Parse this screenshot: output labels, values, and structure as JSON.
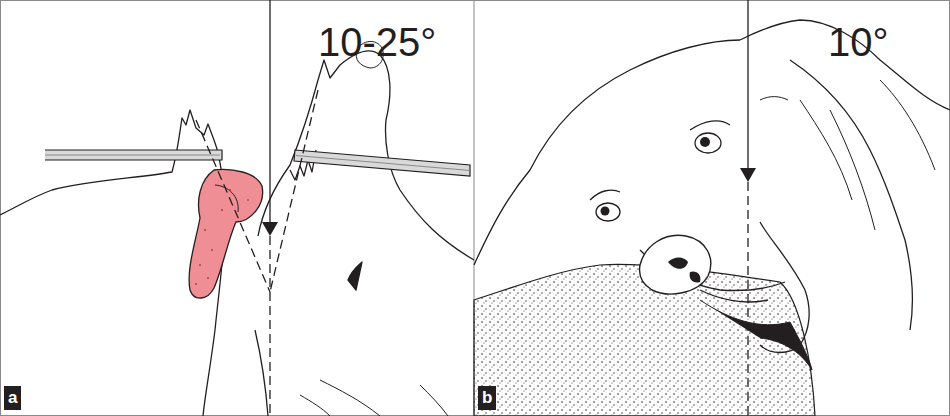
{
  "diagram": {
    "labels": [
      "10-25°",
      "10°",
      "a",
      "b"
    ]
  }
}
